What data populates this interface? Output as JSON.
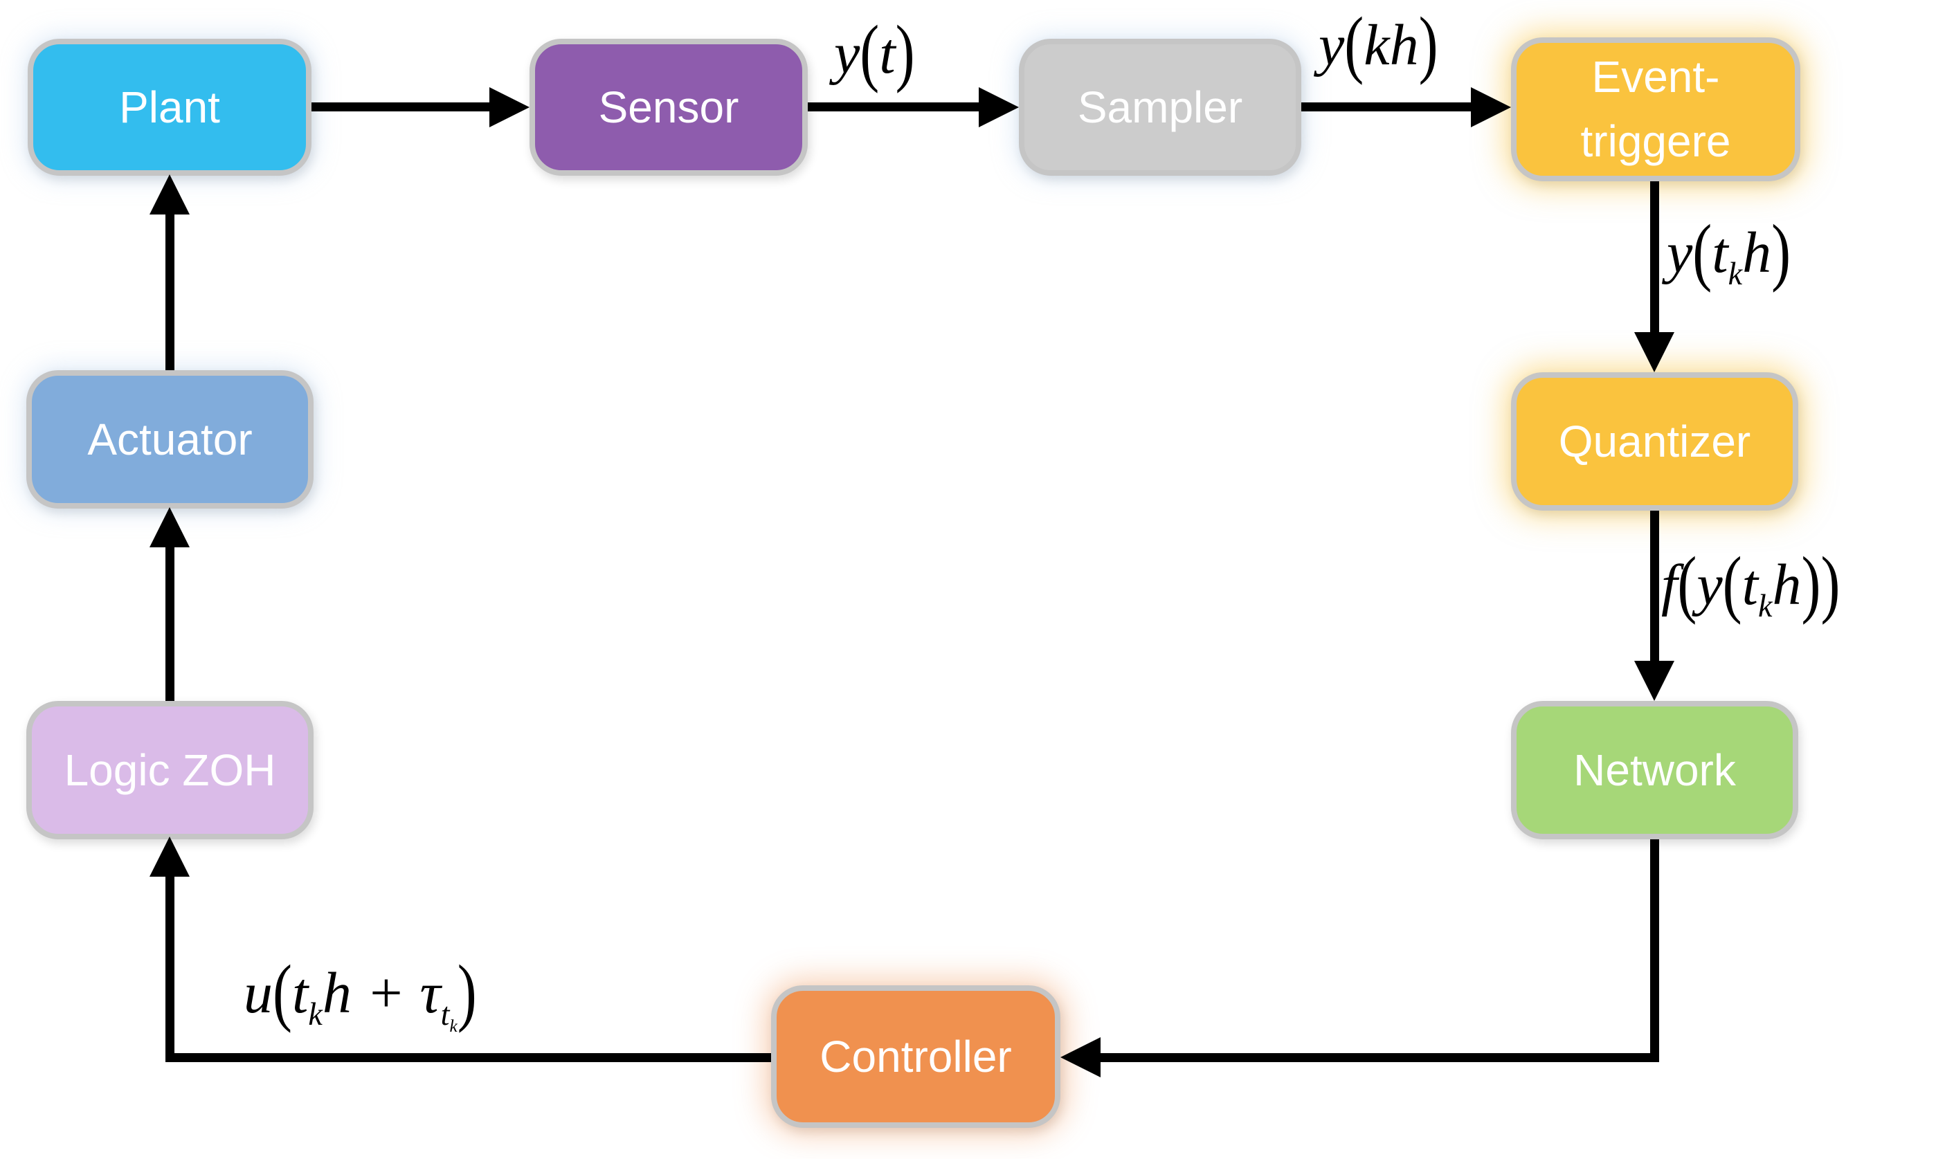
{
  "diagram": {
    "type": "block-diagram",
    "description_visible": false
  },
  "colors": {
    "background": "#FFFFFF",
    "arrow": "#000000",
    "node_border": "#C5C5C5",
    "node_text": "#FFFFFF",
    "label_text": "#000000"
  },
  "nodes": {
    "plant": {
      "label": "Plant",
      "color": "#33BDEE"
    },
    "sensor": {
      "label": "Sensor",
      "color": "#8E5CAD"
    },
    "sampler": {
      "label": "Sampler",
      "color": "#CCCCCC"
    },
    "event_trigger": {
      "label_line1": "Event-",
      "label_line2": "triggere",
      "color": "#FAC33E"
    },
    "quantizer": {
      "label": "Quantizer",
      "color": "#FAC33E"
    },
    "network": {
      "label": "Network",
      "color": "#A6D778"
    },
    "controller": {
      "label": "Controller",
      "color": "#F0914F"
    },
    "logic_zoh": {
      "label": "Logic ZOH",
      "color": "#DABBE8"
    },
    "actuator": {
      "label": "Actuator",
      "color": "#81ACDB"
    }
  },
  "signal_labels": {
    "y_t": "y(t)",
    "y_kh": "y(kh)",
    "y_tkh": "y(t_{k}h)",
    "f_y_tkh": "f(y(t_{k}h))",
    "u_tkh": "u(t_{k}h + τ_{t_{k}})"
  },
  "edges": [
    {
      "from": "Plant",
      "to": "Sensor",
      "label": ""
    },
    {
      "from": "Sensor",
      "to": "Sampler",
      "label": "y(t)"
    },
    {
      "from": "Sampler",
      "to": "Event-triggere",
      "label": "y(kh)"
    },
    {
      "from": "Event-triggere",
      "to": "Quantizer",
      "label": "y(t_{k}h)"
    },
    {
      "from": "Quantizer",
      "to": "Network",
      "label": "f(y(t_{k}h))"
    },
    {
      "from": "Network",
      "to": "Controller",
      "label": ""
    },
    {
      "from": "Controller",
      "to": "Logic ZOH",
      "label": "u(t_{k}h + τ_{t_{k}})"
    },
    {
      "from": "Logic ZOH",
      "to": "Actuator",
      "label": ""
    },
    {
      "from": "Actuator",
      "to": "Plant",
      "label": ""
    }
  ]
}
